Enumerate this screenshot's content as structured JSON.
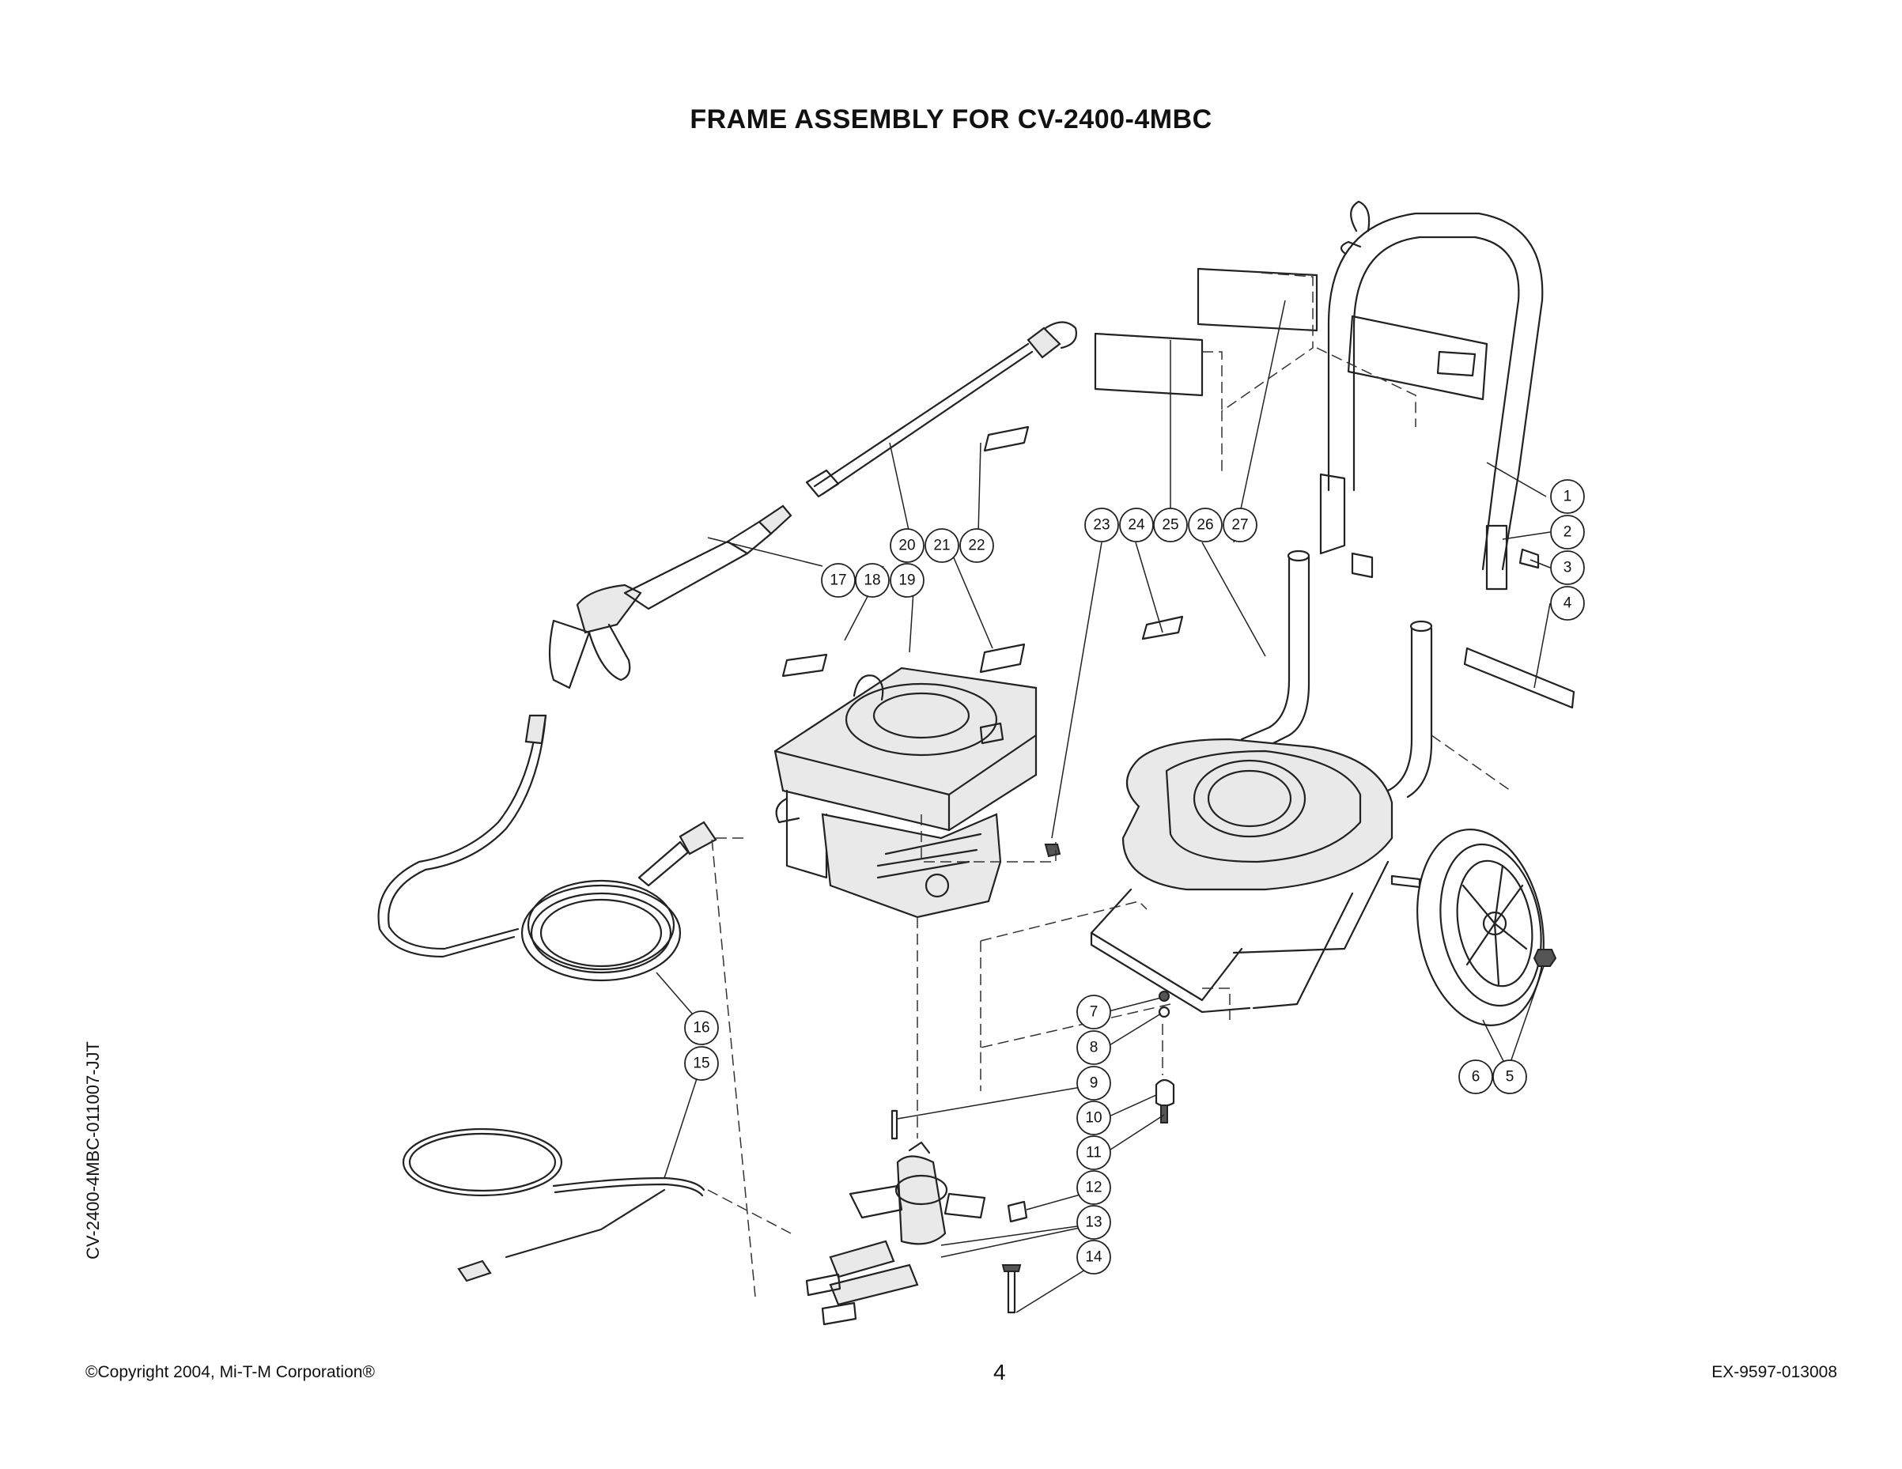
{
  "title": "FRAME ASSEMBLY FOR CV-2400-4MBC",
  "side_code": "CV-2400-4MBC-011007-JJT",
  "footer": {
    "copyright": "©Copyright 2004,  Mi-T-M Corporation®",
    "page_number": "4",
    "doc_number": "EX-9597-013008"
  },
  "callouts": [
    "1",
    "2",
    "3",
    "4",
    "5",
    "6",
    "7",
    "8",
    "9",
    "10",
    "11",
    "12",
    "13",
    "14",
    "15",
    "16",
    "17",
    "18",
    "19",
    "20",
    "21",
    "22",
    "23",
    "24",
    "25",
    "26",
    "27"
  ]
}
